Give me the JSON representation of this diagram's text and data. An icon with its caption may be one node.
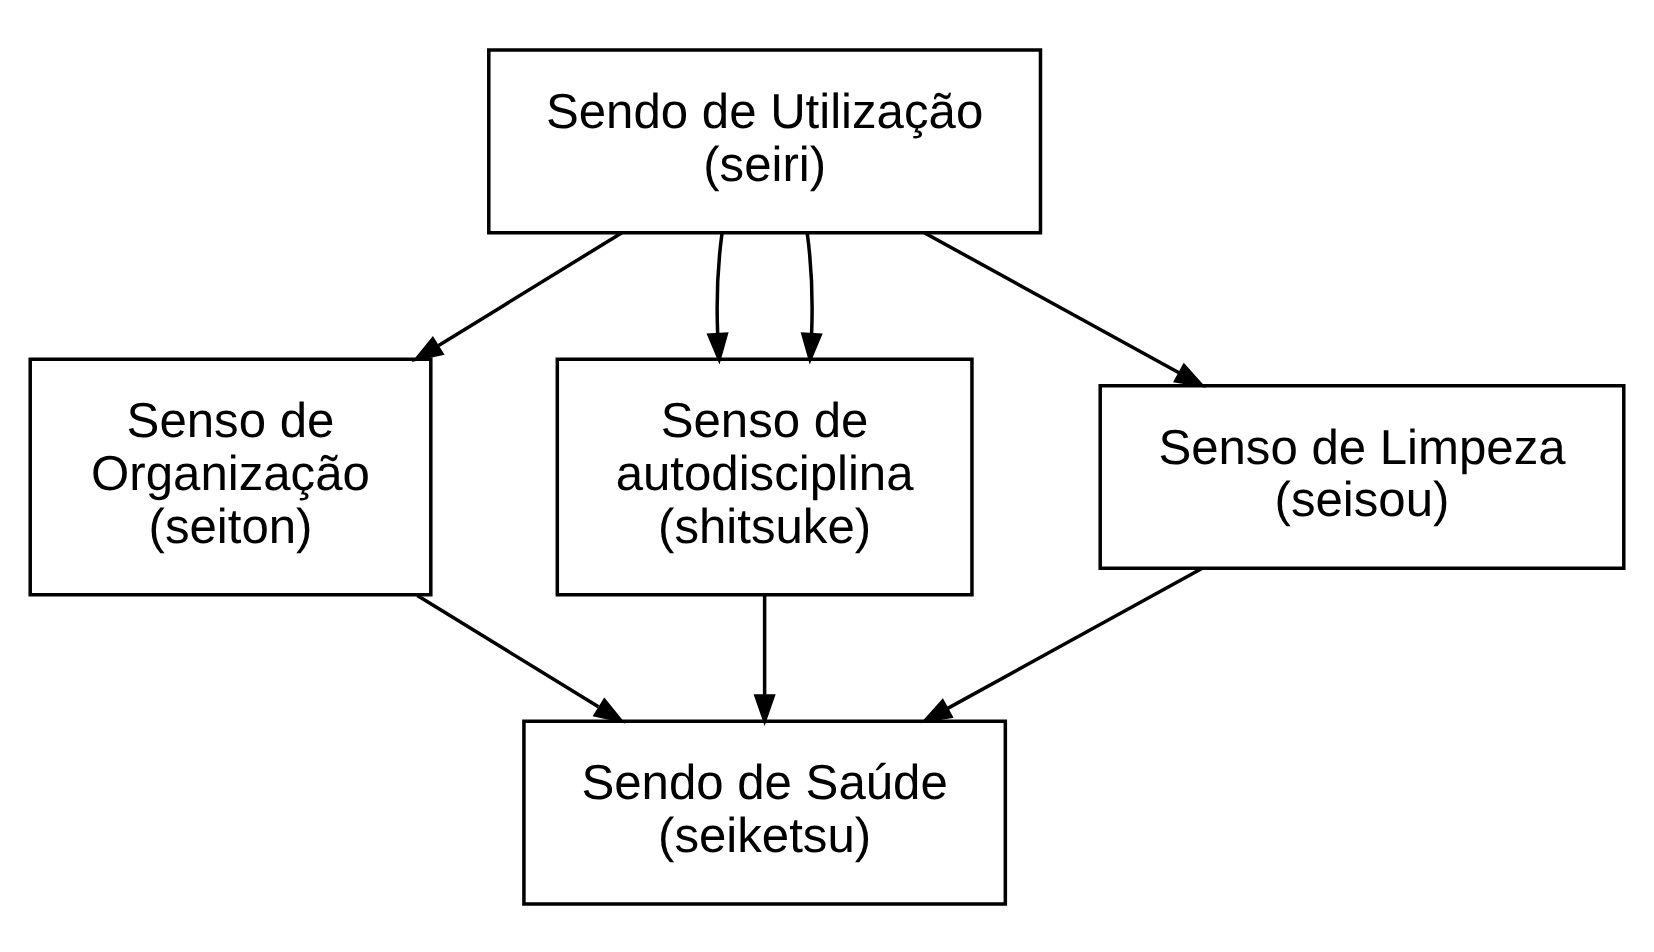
{
  "diagram": {
    "nodes": [
      {
        "text": [
          "Sendo de Utilização (seiri)"
        ]
      },
      {
        "text": [
          "Senso de Organização (seiton)"
        ]
      },
      {
        "text": [
          "Senso de Limpeza (seisou)"
        ]
      },
      {
        "text": [
          "Senso de autodisciplina (shitsuke)"
        ]
      },
      {
        "text": [
          "Sendo de Saúde (seiketsu)"
        ]
      }
    ],
    "edges": [
      {
        "from": 0,
        "to": 1,
        "arrow": "to"
      },
      {
        "from": 0,
        "to": 2,
        "arrow": "to"
      },
      {
        "from": 0,
        "to": 3,
        "arrow": "to"
      },
      {
        "from": 0,
        "to": 3,
        "arrow": "to"
      },
      {
        "from": 1,
        "to": 4,
        "arrow": "to"
      },
      {
        "from": 2,
        "to": 4,
        "arrow": "to"
      },
      {
        "from": 3,
        "to": 4,
        "arrow": "to"
      }
    ]
  }
}
